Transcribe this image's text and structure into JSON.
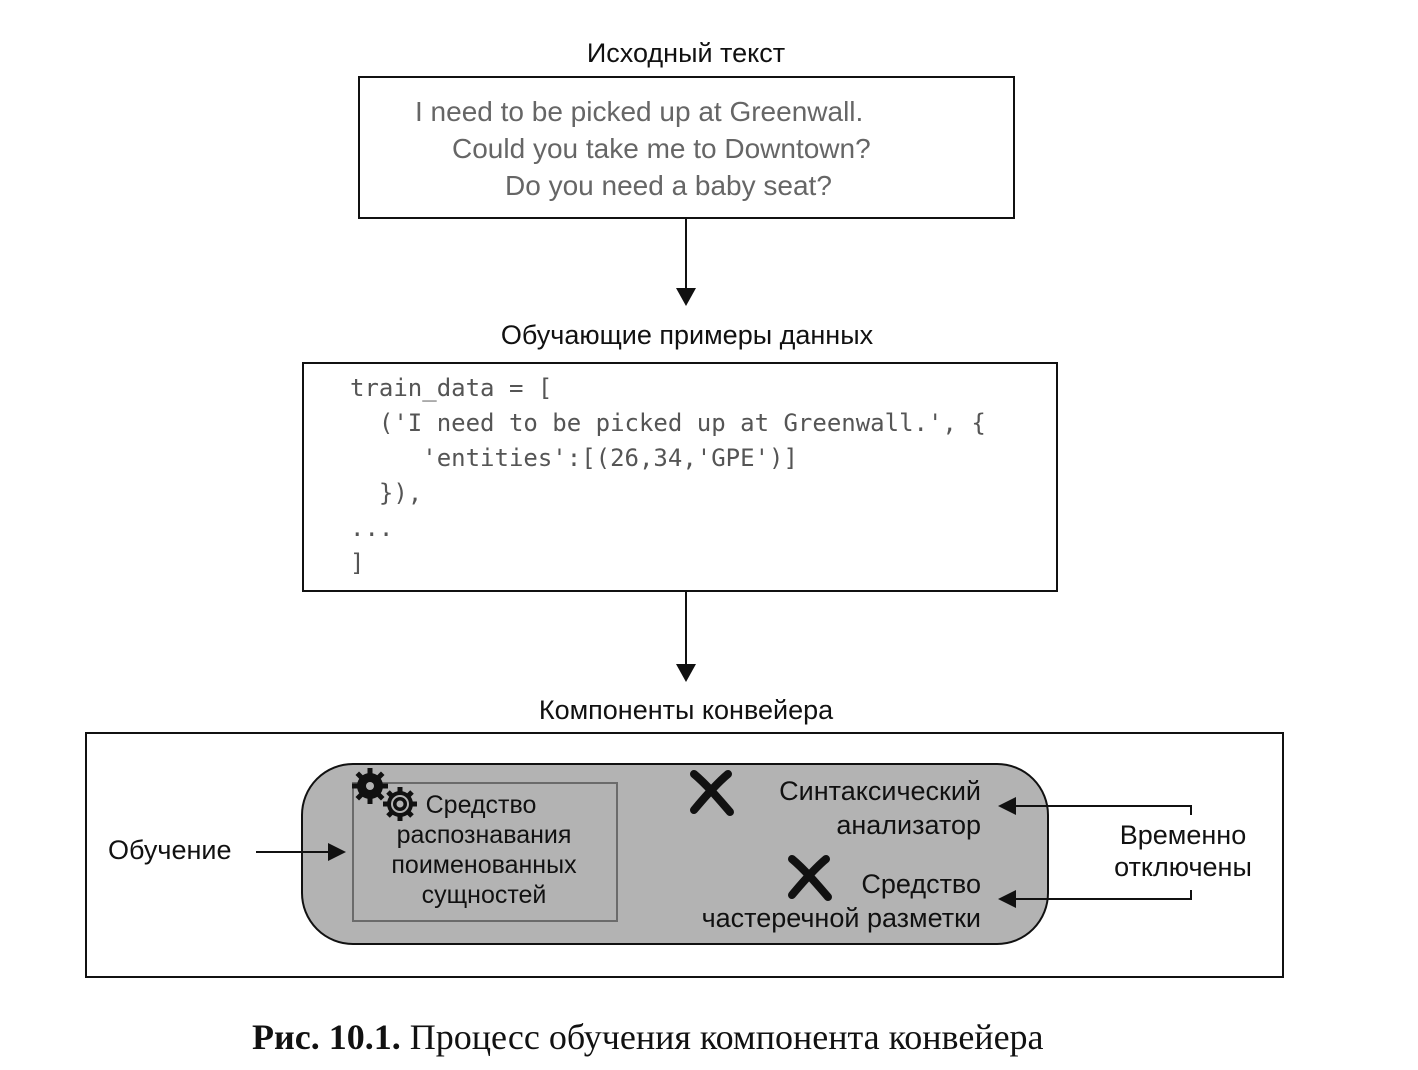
{
  "source_text": {
    "title": "Исходный текст",
    "lines": [
      "I need to be picked up at Greenwall.",
      "Could you take me to Downtown?",
      "Do you need a baby seat?"
    ]
  },
  "training_examples": {
    "title": "Обучающие примеры данных",
    "code_lines": [
      "train_data = [",
      "  ('I need to be picked up at Greenwall.', {",
      "     'entities':[(26,34,'GPE')]",
      "  }),",
      "...",
      "]"
    ]
  },
  "pipeline": {
    "title": "Компоненты конвейера",
    "training_label": "Обучение",
    "ner_lines": [
      "Средство",
      "распознавания",
      "поименованных",
      "сущностей"
    ],
    "parser_lines": [
      "Синтаксический",
      "анализатор"
    ],
    "tagger_lines": [
      "Средство",
      "частеречной разметки"
    ],
    "disabled_lines": [
      "Временно",
      "отключены"
    ],
    "ner_icon": "gears-icon",
    "disabled_icon": "cross-icon"
  },
  "caption": {
    "prefix": "Рис. 10.1.",
    "text": " Процесс обучения компонента конвейера"
  }
}
